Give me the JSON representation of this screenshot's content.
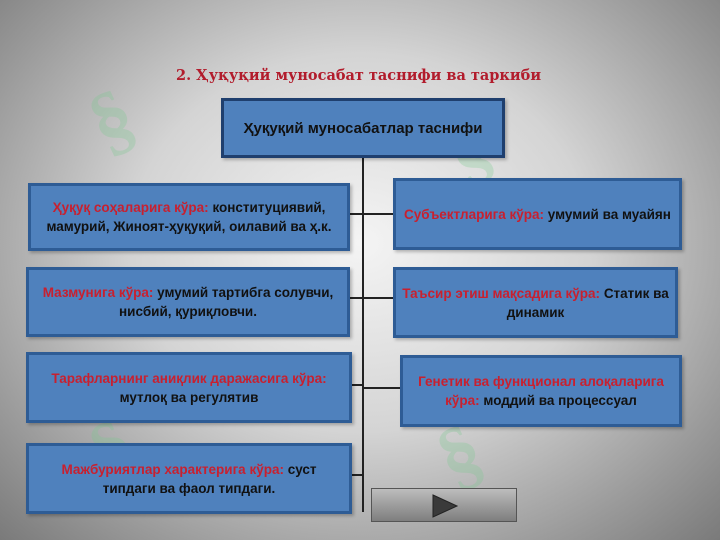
{
  "title": "2. Ҳуқуқий муносабат  таснифи ва таркиби",
  "root": "Ҳуқуқий муносабатлар таснифи",
  "left_boxes": [
    {
      "head": "Ҳуқуқ соҳаларига кўра:",
      "body": "конституциявий, мамурий, Жиноят-ҳуқуқий, оилавий ва ҳ.к."
    },
    {
      "head": "Мазмунига кўра:",
      "body": "умумий тартибга солувчи,  нисбий, қуриқловчи."
    },
    {
      "head": "Тарафларнинг аниқлик даражасига кўра:",
      "body": "мутлоқ ва регулятив"
    },
    {
      "head": "Мажбуриятлар характерига кўра:",
      "body": "суст типдаги ва фаол типдаги."
    }
  ],
  "right_boxes": [
    {
      "head": "Субъектларига кўра:",
      "body": "умумий ва  муайян"
    },
    {
      "head": "Таъсир этиш мақсадига кўра:",
      "body": "Статик ва динамик"
    },
    {
      "head": "Генетик ва функционал алоқаларига кўра:",
      "body": "моддий ва процессуал"
    }
  ],
  "icons": {
    "next": "play-arrow-icon",
    "watermark": "section-sign-icon"
  }
}
